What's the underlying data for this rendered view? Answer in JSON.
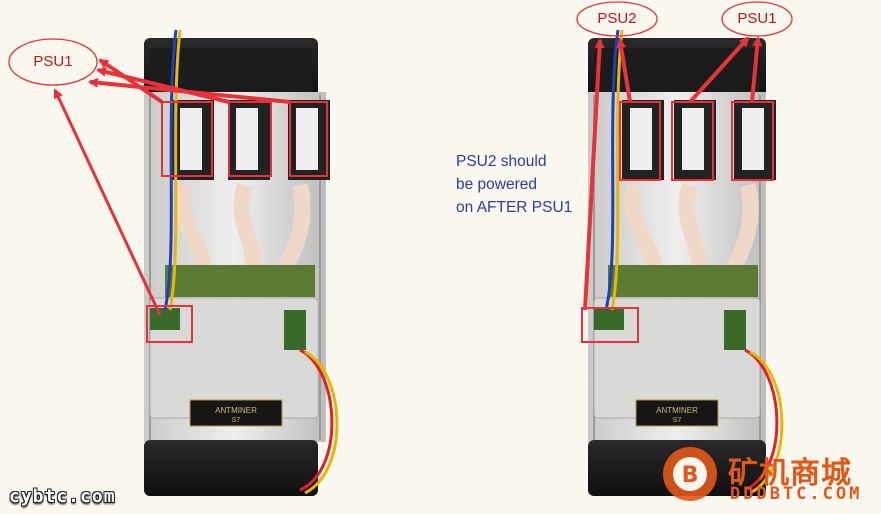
{
  "labels": {
    "left_psu1": "PSU1",
    "right_psu2": "PSU2",
    "right_psu1": "PSU1"
  },
  "note": {
    "line1": "PSU2 should",
    "line2": "be powered",
    "line3": "on AFTER PSU1"
  },
  "miner_badge": {
    "brand": "ANTMINER",
    "model": "S7"
  },
  "watermark": {
    "left": "cybtc.com",
    "right_cn": "矿机商城",
    "right_en": "DDDBTC.COM"
  },
  "colors": {
    "annotation_red": "#e8323a",
    "note_blue": "#2a3aa8",
    "watermark_orange": "#e2581a"
  }
}
